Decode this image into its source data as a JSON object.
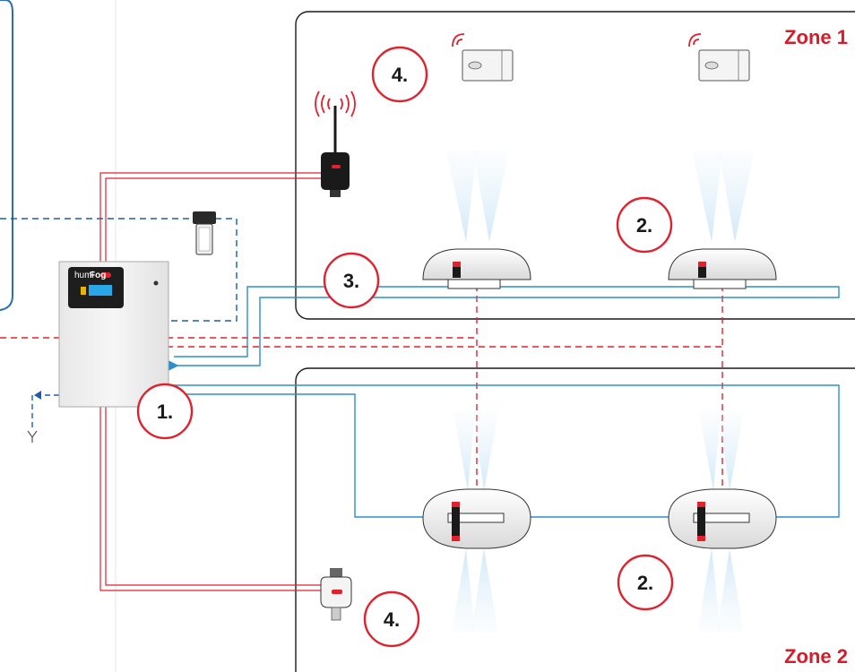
{
  "zones": {
    "zone1_label": "Zone 1",
    "zone2_label": "Zone 2"
  },
  "markers": {
    "controller": "1.",
    "nozzle_upper": "2.",
    "nozzle_lower": "2.",
    "pipe": "3.",
    "sensor_upper": "4.",
    "sensor_lower": "4."
  },
  "unit": {
    "brand_prefix": "humi",
    "brand_suffix": "Fog"
  },
  "colors": {
    "zone_border": "#1a1a1a",
    "supply_pipe": "#2a8fd0",
    "power_cable": "#e0222f",
    "signal_line": "#e0222f",
    "water_inlet": "#1f5fa8",
    "panel_border": "#2a6db3",
    "marker_accent": "#e0222f",
    "mist": "#cfe7f7"
  },
  "icons": {
    "wireless_gateway": "antenna-gateway-icon",
    "wireless_sensor": "wireless-sensor-icon",
    "duct_sensor": "duct-humidity-sensor-icon",
    "water_filter": "water-filter-icon",
    "drain": "drain-icon",
    "fog_nozzle": "atomizing-nozzle-icon"
  }
}
